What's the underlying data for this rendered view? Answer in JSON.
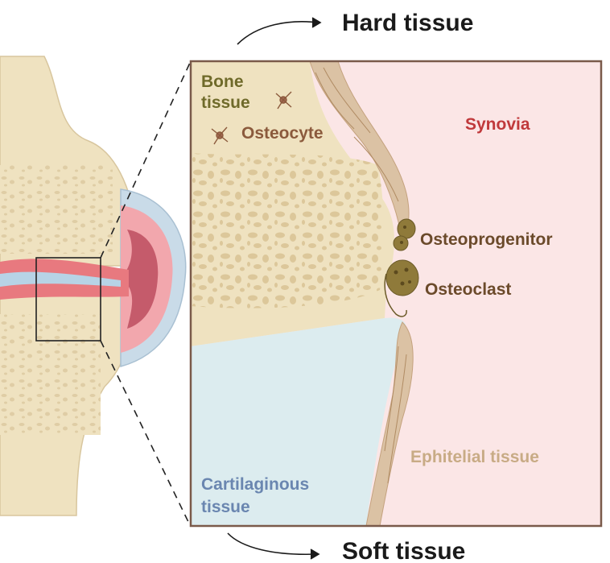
{
  "labels": {
    "hard_tissue": "Hard tissue",
    "soft_tissue": "Soft tissue",
    "bone_line1": "Bone",
    "bone_line2": "tissue",
    "osteocyte": "Osteocyte",
    "synovia": "Synovia",
    "osteoprogenitor": "Osteoprogenitor",
    "osteoclast": "Osteoclast",
    "epithelial": "Ephitelial tissue",
    "cartilage_line1": "Cartilaginous",
    "cartilage_line2": "tissue"
  },
  "colors": {
    "bone": "#efe2c0",
    "bone_pores": "#dcc79a",
    "synovia_bg": "#fbe6e6",
    "cartilage": "#dcecef",
    "frame": "#7a5a4a",
    "bone_label": "#6f6a2a",
    "osteocyte_label": "#8b5a3c",
    "synovia_label": "#c0393b",
    "osteoprogenitor_label": "#6b4a2a",
    "epithelial_label": "#c8ab85",
    "cartilage_label": "#6a86b0"
  }
}
